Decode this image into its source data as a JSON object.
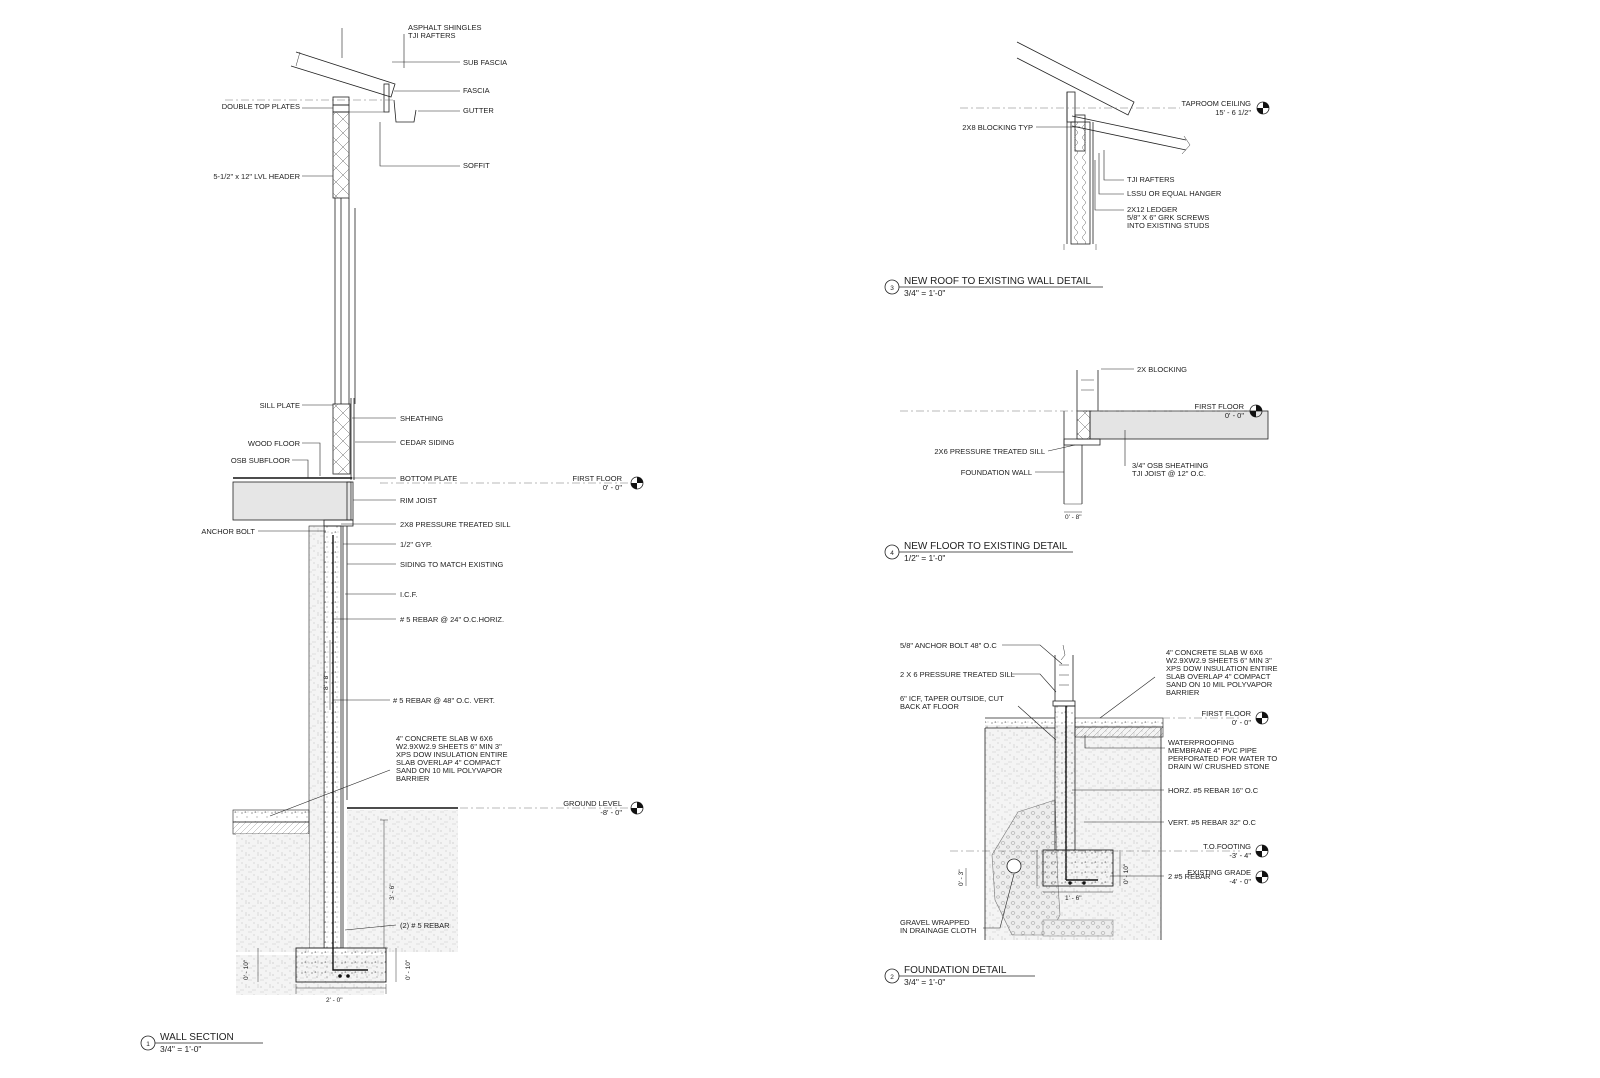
{
  "wall_section": {
    "number": "1",
    "title": "WALL SECTION",
    "scale": "3/4\" = 1'-0\"",
    "labels": {
      "asphalt_shingles": "ASPHALT SHINGLES",
      "tji_rafters": "TJI RAFTERS",
      "sub_fascia": "SUB FASCIA",
      "fascia": "FASCIA",
      "double_top_plates": "DOUBLE TOP PLATES",
      "gutter": "GUTTER",
      "soffit": "SOFFIT",
      "lvl_header": "5-1/2\" x 12\" LVL HEADER",
      "sill_plate": "SILL PLATE",
      "sheathing": "SHEATHING",
      "wood_floor": "WOOD FLOOR",
      "cedar_siding": "CEDAR SIDING",
      "osb_subfloor": "OSB SUBFLOOR",
      "bottom_plate": "BOTTOM PLATE",
      "rim_joist": "RIM JOIST",
      "anchor_bolt": "ANCHOR BOLT",
      "pt_sill": "2X8 PRESSURE TREATED SILL",
      "gyp": "1/2\" GYP.",
      "siding_match": "SIDING TO MATCH EXISTING",
      "icf": "I.C.F.",
      "rebar_horiz": "# 5 REBAR @ 24\" O.C.HORIZ.",
      "rebar_vert": "# 5 REBAR @ 48\" O.C. VERT.",
      "slab_note": [
        "4\" CONCRETE SLAB W 6X6",
        "W2.9XW2.9 SHEETS 6\" MIN 3\"",
        "XPS DOW INSULATION ENTIRE",
        "SLAB OVERLAP 4\" COMPACT",
        "SAND ON 10 MIL POLYVAPOR",
        "BARRIER"
      ],
      "rebar_2": "(2) # 5 REBAR"
    },
    "levels": {
      "first_floor_name": "FIRST FLOOR",
      "first_floor_elev": "0' - 0\"",
      "ground_name": "GROUND LEVEL",
      "ground_elev": "-8' - 0\""
    },
    "dims": {
      "wall_height": "8' - 8\"",
      "frost_depth": "3' - 6\"",
      "footing_left": "0' - 10\"",
      "footing_right": "0' - 10\"",
      "footing_width": "2' - 0\""
    }
  },
  "roof_detail": {
    "number": "3",
    "title": "NEW ROOF TO EXISTING WALL DETAIL",
    "scale": "3/4\" = 1'-0\"",
    "labels": {
      "blocking": "2X8 BLOCKING TYP",
      "tji": "TJI RAFTERS",
      "hanger": "LSSU OR EQUAL HANGER",
      "ledger": [
        "2X12 LEDGER",
        "5/8\" X 6\" GRK SCREWS",
        "INTO EXISTING STUDS"
      ]
    },
    "level_name": "TAPROOM CEILING",
    "level_elev": "15' - 6 1/2\""
  },
  "floor_detail": {
    "number": "4",
    "title": "NEW FLOOR TO EXISTING DETAIL",
    "scale": "1/2\" = 1'-0\"",
    "labels": {
      "blocking": "2X BLOCKING",
      "pt_sill": "2X6 PRESSURE TREATED SILL",
      "foundation_wall": "FOUNDATION WALL",
      "osb": [
        "3/4\" OSB SHEATHING",
        "TJI JOIST @ 12\" O.C."
      ]
    },
    "level_name": "FIRST FLOOR",
    "level_elev": "0' - 0\"",
    "dim": "0' - 8\""
  },
  "foundation_detail": {
    "number": "2",
    "title": "FOUNDATION DETAIL",
    "scale": "3/4\" = 1'-0\"",
    "labels": {
      "anchor_bolt": "5/8\" ANCHOR BOLT 48\" O.C",
      "pt_sill": "2 X 6 PRESSURE TREATED SILL",
      "icf": [
        "6\" ICF, TAPER OUTSIDE, CUT",
        "BACK AT FLOOR"
      ],
      "slab": [
        "4\" CONCRETE SLAB W 6X6",
        "W2.9XW2.9 SHEETS 6\" MIN 3\"",
        "XPS DOW INSULATION ENTIRE",
        "SLAB OVERLAP 4\" COMPACT",
        "SAND ON 10 MIL POLYVAPOR",
        "BARRIER"
      ],
      "waterproofing": [
        "WATERPROOFING",
        "MEMBRANE 4\" PVC PIPE",
        "PERFORATED FOR WATER TO",
        "DRAIN W/ CRUSHED STONE"
      ],
      "horz_rebar": "HORZ. #5 REBAR 16\" O.C",
      "vert_rebar": "VERT. #5 REBAR 32\" O.C",
      "rebar_2": "2 #5 REBAR",
      "gravel": [
        "GRAVEL WRAPPED",
        "IN DRAINAGE CLOTH"
      ]
    },
    "levels": {
      "first_floor_name": "FIRST FLOOR",
      "first_floor_elev": "0' - 0\"",
      "footing_name": "T.O.FOOTING",
      "footing_elev": "-3' - 4\"",
      "grade_name": "EXISTING GRADE",
      "grade_elev": "-4' - 0\""
    },
    "dims": {
      "left": "0' - 3\"",
      "footing_h": "0' - 10\"",
      "footing_w": "1' - 6\""
    }
  }
}
